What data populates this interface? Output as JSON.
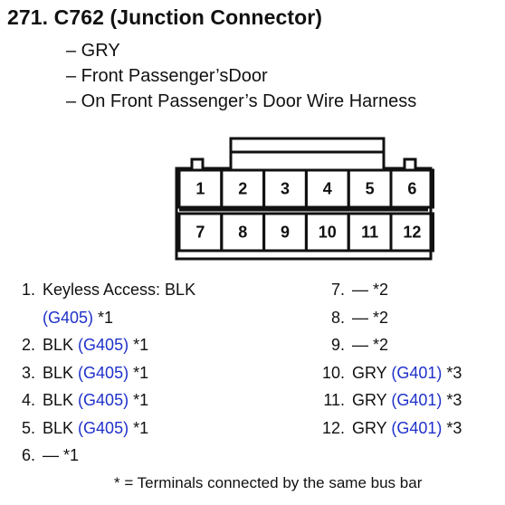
{
  "title": "271.  C762 (Junction Connector)",
  "subtitles": [
    "– GRY",
    "– Front Passenger’sDoor",
    "– On Front Passenger’s Door Wire Harness"
  ],
  "connector": {
    "top_row": [
      "1",
      "2",
      "3",
      "4",
      "5",
      "6"
    ],
    "bottom_row": [
      "7",
      "8",
      "9",
      "10",
      "11",
      "12"
    ]
  },
  "terminals_left": [
    {
      "num": "1.",
      "text": "Keyless Access: BLK",
      "cont_ref": "(G405)",
      "cont_suffix": " *1"
    },
    {
      "num": "2.",
      "text": "BLK",
      "ref": "(G405)",
      "suffix": " *1"
    },
    {
      "num": "3.",
      "text": "BLK",
      "ref": "(G405)",
      "suffix": " *1"
    },
    {
      "num": "4.",
      "text": "BLK",
      "ref": "(G405)",
      "suffix": " *1"
    },
    {
      "num": "5.",
      "text": "BLK",
      "ref": "(G405)",
      "suffix": " *1"
    },
    {
      "num": "6.",
      "text": "— *1"
    }
  ],
  "terminals_right": [
    {
      "num": "7.",
      "text": "— *2"
    },
    {
      "num": "8.",
      "text": "— *2"
    },
    {
      "num": "9.",
      "text": "— *2"
    },
    {
      "num": "10.",
      "text": "GRY",
      "ref": "(G401)",
      "suffix": " *3"
    },
    {
      "num": "11.",
      "text": "GRY",
      "ref": "(G401)",
      "suffix": " *3"
    },
    {
      "num": "12.",
      "text": "GRY",
      "ref": "(G401)",
      "suffix": " *3"
    }
  ],
  "footnote": "* = Terminals connected by the same bus bar",
  "colors": {
    "text": "#111111",
    "reference_link": "#1f31c9"
  }
}
